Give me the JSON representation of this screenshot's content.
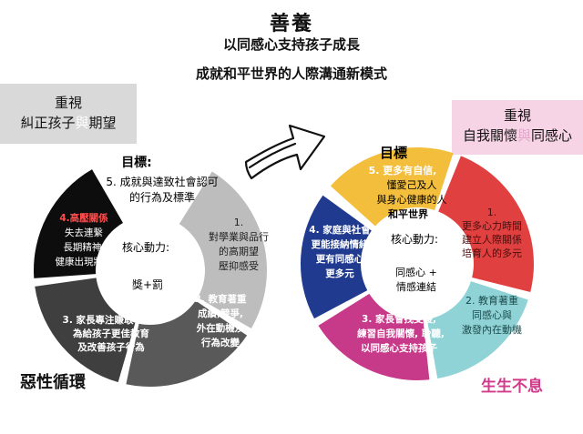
{
  "header": {
    "title": "善養",
    "subtitle": "以同感心支持孩子成長",
    "tagline": "成就和平世界的人際溝通新模式"
  },
  "left_box": {
    "line1": "重視",
    "line2_a": "糾正孩子",
    "line2_b": "與",
    "line2_c": "期望"
  },
  "right_box": {
    "line1": "重視",
    "line2_a": "自我關懷",
    "line2_b": "與",
    "line2_c": "同感心"
  },
  "left_cycle": {
    "goal_label": "目標:",
    "goal_text": [
      "5. 成就與達致社會認可",
      "的行為及標準"
    ],
    "center_label": "核心動力:",
    "center_value": "獎+罰",
    "seg1": [
      "1.",
      "對學業與品行",
      "的高期望",
      "壓抑感受"
    ],
    "seg2": [
      "2. 教育著重",
      "成績,競爭,",
      "外在動機及",
      "行為改變"
    ],
    "seg3": [
      "3. 家長專注賺取收入,",
      "為給孩子更佳教育",
      "及改善孩子行為"
    ],
    "seg4": [
      "4.高壓關係",
      "失去連繫",
      "長期精神,",
      "健康出現狀況"
    ],
    "colors": {
      "seg1": "#bdbdbd",
      "seg2": "#595959",
      "seg3": "#3f3f3f",
      "seg4": "#0d0d0d",
      "seg5": "#ffffff"
    },
    "footer": "惡性循環"
  },
  "right_cycle": {
    "goal_label": "目標",
    "goal_text": [
      "5. 更多有自信,",
      "懂愛己及人",
      "與身心健康的人",
      "和平世界"
    ],
    "center_label": "核心動力:",
    "center_value": [
      "同感心 +",
      "情感連結"
    ],
    "seg1": [
      "1.",
      "更多心力時間",
      "建立人際關係",
      "培育人的多元"
    ],
    "seg2": [
      "2. 教育著重",
      "同感心與",
      "激發內在動機"
    ],
    "seg3": [
      "3. 家長會找支援,",
      "練習自我關懷, 聆聽,",
      "以同感心支持孩子"
    ],
    "seg4": [
      "4. 家庭與社會",
      "更能接納情緒",
      "更有同感心",
      "更多元"
    ],
    "colors": {
      "seg1": "#e0403f",
      "seg2": "#8fd3d6",
      "seg3": "#c73a8a",
      "seg4": "#1f3a8f",
      "seg5": "#f3be3c"
    },
    "footer": "生生不息"
  }
}
